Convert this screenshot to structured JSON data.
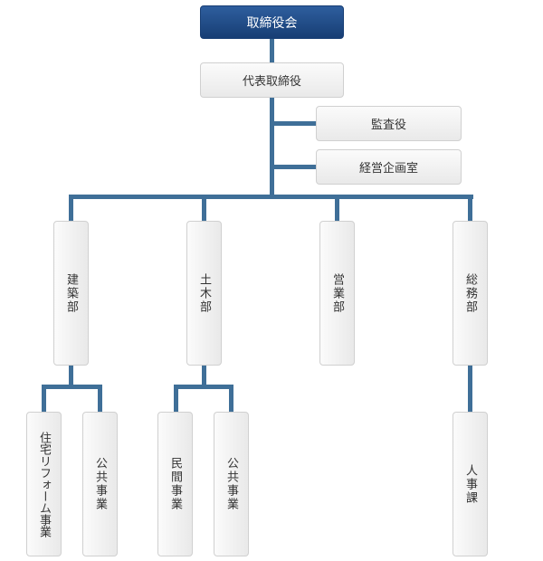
{
  "org": {
    "board": "取締役会",
    "ceo": "代表取締役",
    "auditor": "監査役",
    "planning": "経営企画室",
    "departments": {
      "construction": {
        "name": "建築部",
        "sections": [
          "住宅リフォーム事業",
          "公共事業"
        ]
      },
      "civil": {
        "name": "土木部",
        "sections": [
          "民間事業",
          "公共事業"
        ]
      },
      "sales": {
        "name": "営業部"
      },
      "general": {
        "name": "総務部",
        "sections": [
          "人事課"
        ]
      }
    }
  },
  "colors": {
    "connector": "#3f6f98",
    "top_box": "#1e4a86",
    "box": "#eeeeee"
  }
}
